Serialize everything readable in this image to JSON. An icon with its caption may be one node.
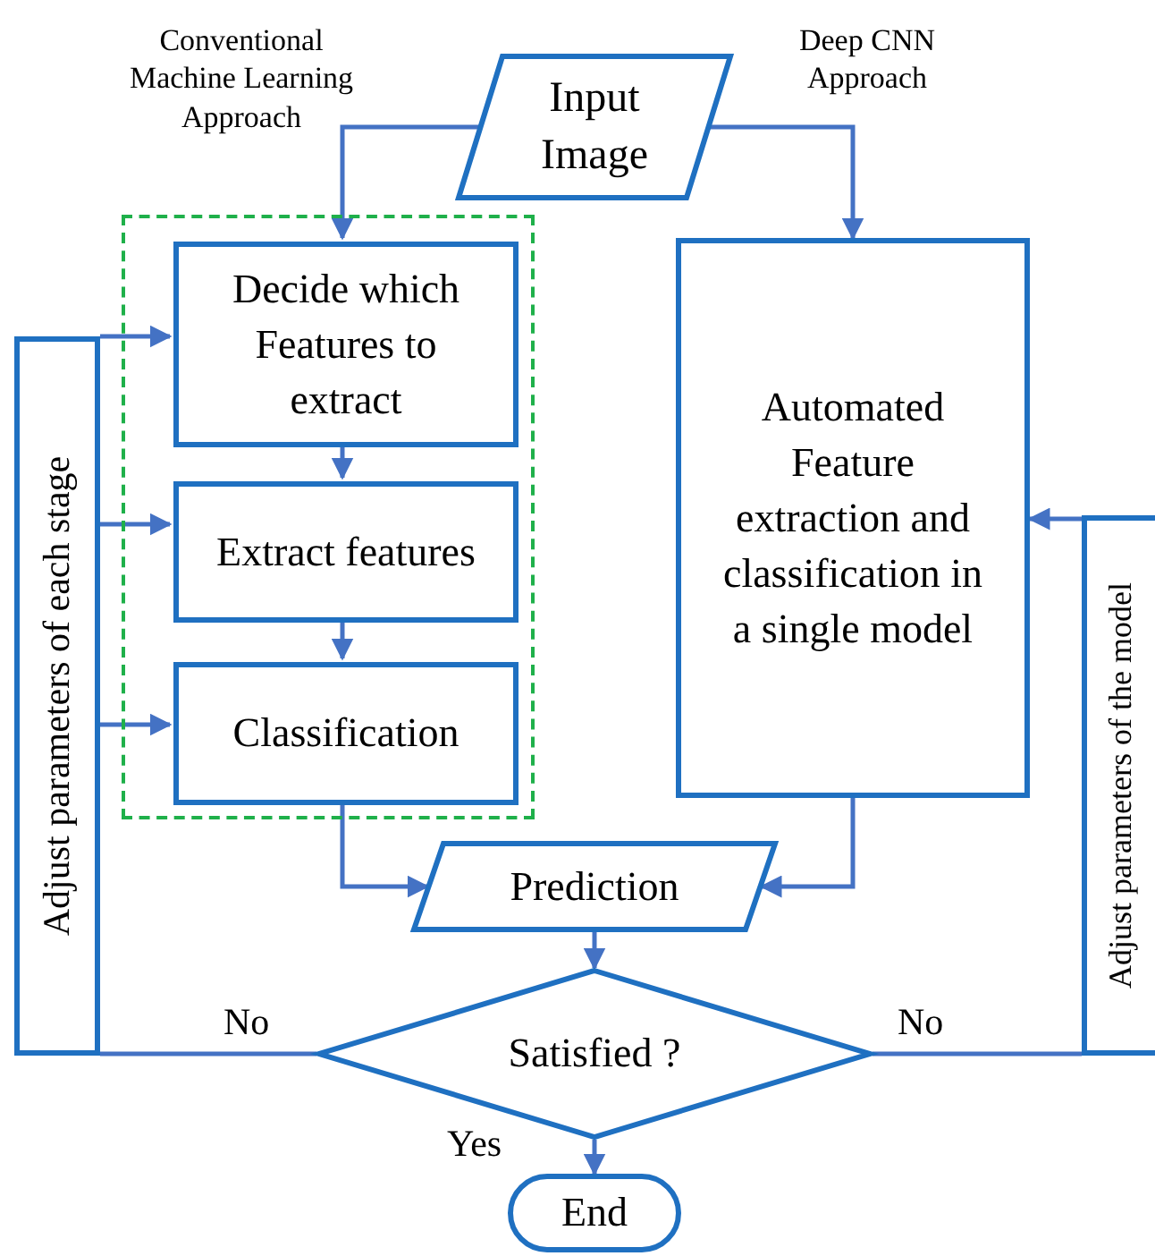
{
  "diagram": {
    "nodes": [
      {
        "text": [
          "Input Image"
        ]
      },
      {
        "text": [],
        "shape": "box"
      },
      {
        "text": [
          "Decide which Features to extract"
        ],
        "in": 1
      },
      {
        "text": [
          "Extract features"
        ],
        "in": 1
      },
      {
        "text": [
          "Classification"
        ],
        "in": 1
      },
      {
        "text": [
          "Automated Feature extraction and classification in a single model"
        ]
      },
      {
        "text": [
          "Adjust parameters of each stage"
        ]
      },
      {
        "text": [
          "Adjust parameters of the model"
        ]
      },
      {
        "text": [
          "Prediction"
        ]
      },
      {
        "text": [
          "Satisfied ?"
        ]
      },
      {
        "text": [
          "End"
        ]
      }
    ],
    "edges": [
      {
        "from": 0,
        "to": 2,
        "arrow": "to"
      },
      {
        "from": 0,
        "to": 5,
        "arrow": "to"
      },
      {
        "from": 2,
        "to": 3,
        "arrow": "to"
      },
      {
        "from": 3,
        "to": 4,
        "arrow": "to"
      },
      {
        "from": 4,
        "to": 8,
        "arrow": "to"
      },
      {
        "from": 5,
        "to": 8,
        "arrow": "to"
      },
      {
        "from": 8,
        "to": 9,
        "arrow": "to"
      },
      {
        "from": 9,
        "to": 10,
        "label": "Yes",
        "arrow": "to"
      },
      {
        "from": 9,
        "to": 6,
        "label": "No",
        "arrow": "none"
      },
      {
        "from": 9,
        "to": 7,
        "label": "No",
        "arrow": "none"
      },
      {
        "from": 6,
        "to": 2,
        "arrow": "to"
      },
      {
        "from": 6,
        "to": 3,
        "arrow": "to"
      },
      {
        "from": 6,
        "to": 4,
        "arrow": "to"
      },
      {
        "from": 7,
        "to": 5,
        "arrow": "to"
      }
    ],
    "labels": [
      "Conventional Machine Learning Approach",
      "Deep CNN Approach"
    ]
  }
}
